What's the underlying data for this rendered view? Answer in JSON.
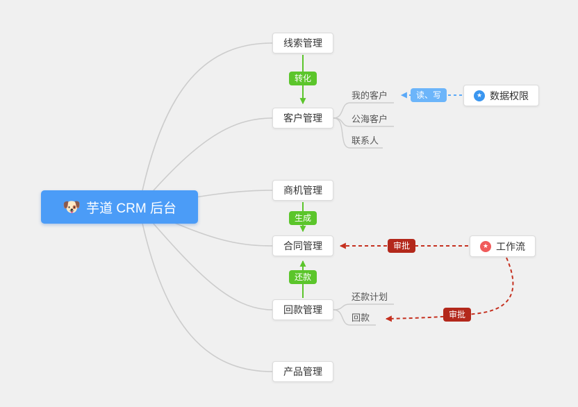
{
  "root": {
    "label": "芋道 CRM 后台",
    "emoji": "🐶"
  },
  "modules": {
    "clue": {
      "label": "线索管理"
    },
    "customer": {
      "label": "客户管理",
      "children": {
        "my": "我的客户",
        "public": "公海客户",
        "contact": "联系人"
      }
    },
    "opportunity": {
      "label": "商机管理"
    },
    "contract": {
      "label": "合同管理"
    },
    "receivable": {
      "label": "回款管理",
      "children": {
        "plan": "还款计划",
        "receipt": "回款"
      }
    },
    "product": {
      "label": "产品管理"
    }
  },
  "side": {
    "data_permission": {
      "label": "数据权限"
    },
    "workflow": {
      "label": "工作流"
    }
  },
  "badges": {
    "convert": "转化",
    "generate": "生成",
    "repay": "还款",
    "read_write": "读、写",
    "approve_contract": "审批",
    "approve_receipt": "审批"
  },
  "colors": {
    "canvas_bg": "#f0f0f0",
    "root_bg": "#4b9cf7",
    "green": "#5bc52b",
    "badge_blue": "#6cb5fa",
    "arrow_blue": "#5aa9f8",
    "badge_dark_red": "#b3281b",
    "arrow_red": "#c5301f",
    "line_gray": "#cccccc",
    "icon_blue": "#3a96f0",
    "icon_red": "#f05b5b"
  }
}
